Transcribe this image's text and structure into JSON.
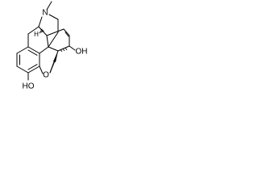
{
  "molecule": {
    "atoms": {
      "n_label": "N",
      "h_label": "H",
      "o_bridge_label": "O",
      "oh_right_label": "OH",
      "ho_bottom_label": "HO"
    }
  }
}
